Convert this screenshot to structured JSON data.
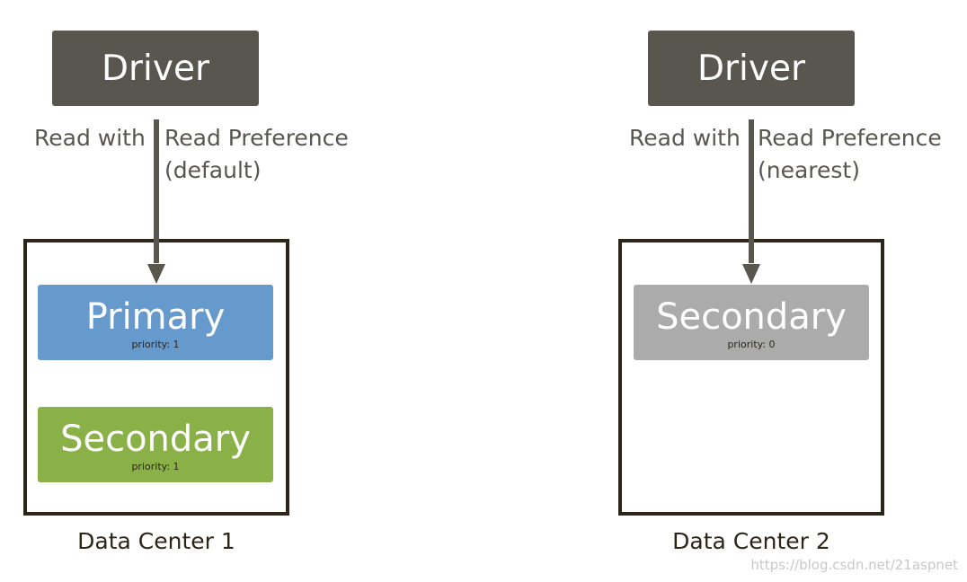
{
  "left": {
    "driver_label": "Driver",
    "read_with": "Read with",
    "read_preference": "Read Preference",
    "mode": "(default)",
    "data_center": "Data Center 1",
    "nodes": [
      {
        "name": "Primary",
        "priority": "priority: 1",
        "color": "#6699cc"
      },
      {
        "name": "Secondary",
        "priority": "priority: 1",
        "color": "#89b147"
      }
    ]
  },
  "right": {
    "driver_label": "Driver",
    "read_with": "Read with",
    "read_preference": "Read Preference",
    "mode": "(nearest)",
    "data_center": "Data Center 2",
    "nodes": [
      {
        "name": "Secondary",
        "priority": "priority: 0",
        "color": "#ababab"
      }
    ]
  },
  "colors": {
    "driver": "#58564f",
    "border": "#2e2519"
  },
  "watermark": "https://blog.csdn.net/21aspnet"
}
